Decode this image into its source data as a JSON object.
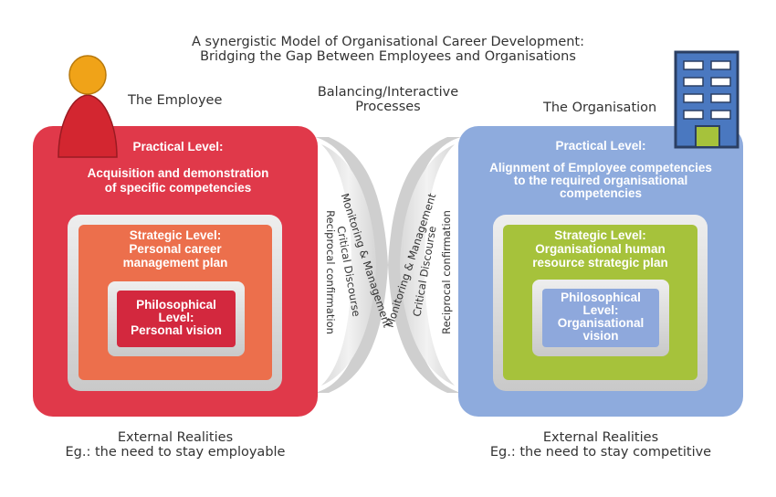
{
  "title": {
    "line1": "A synergistic Model of Organisational Career Development:",
    "line2": "Bridging the Gap Between Employees and Organisations"
  },
  "middle": {
    "heading_line1": "Balancing/Interactive",
    "heading_line2": "Processes",
    "left_arc_outer": "Reciprocal confirmation",
    "left_arc_inner_1": "Monitoring & Management",
    "left_arc_inner_2": "Critical Discourse",
    "right_arc_inner_1": "Monitoring & Management",
    "right_arc_inner_2": "Critical Discourse",
    "right_arc_outer": "Reciprocal confirmation"
  },
  "employee": {
    "heading": "The Employee",
    "practical_title": "Practical Level:",
    "practical_line1": "Acquisition and demonstration",
    "practical_line2": "of specific competencies",
    "strategic_title": "Strategic Level:",
    "strategic_line1": "Personal career",
    "strategic_line2": "management plan",
    "philosophical_line1": "Philosophical",
    "philosophical_line2": "Level:",
    "philosophical_line3": "Personal vision",
    "external_line1": "External Realities",
    "external_line2": "Eg.: the need to stay employable",
    "icon": "person-icon",
    "colors": {
      "practical": "#e0394a",
      "strategic": "#ec6f4c",
      "philosophical": "#d3283e"
    }
  },
  "organisation": {
    "heading": "The Organisation",
    "practical_title": "Practical Level:",
    "practical_line1": "Alignment of Employee competencies",
    "practical_line2": "to the required organisational",
    "practical_line3": "competencies",
    "strategic_title": "Strategic Level:",
    "strategic_line1": "Organisational human",
    "strategic_line2": "resource strategic plan",
    "philosophical_line1": "Philosophical",
    "philosophical_line2": "Level:",
    "philosophical_line3": "Organisational",
    "philosophical_line4": "vision",
    "external_line1": "External Realities",
    "external_line2": "Eg.: the need to stay competitive",
    "icon": "building-icon",
    "colors": {
      "practical": "#8eabdd",
      "strategic": "#a6c23b",
      "philosophical": "#8ea8dc"
    }
  }
}
